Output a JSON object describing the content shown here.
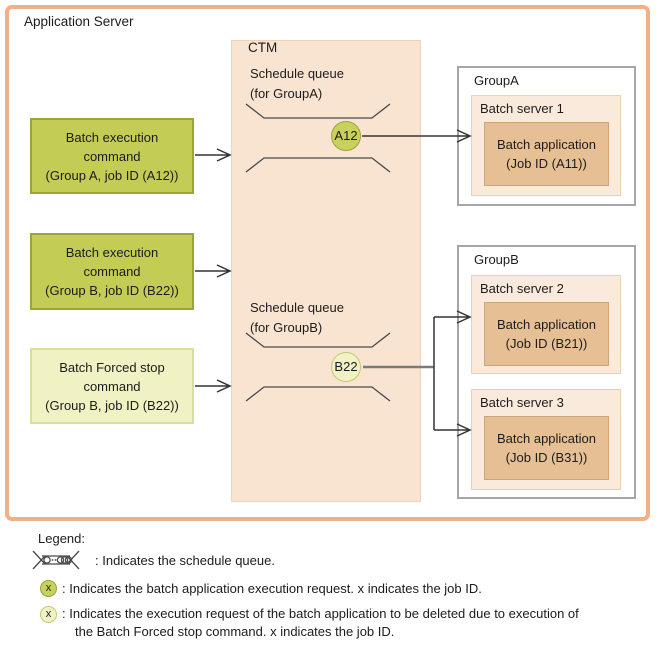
{
  "colors": {
    "outer_border": "#f0b187",
    "ctm_fill": "#f9e4d2",
    "ctm_border": "#eed2b9",
    "command_fill": "#c3cc55",
    "command_border": "#9ba637",
    "stop_fill": "#f0f2c3",
    "stop_border": "#d9dd9f",
    "group_border": "#a6a6a6",
    "server_fill": "#faeadc",
    "server_border": "#ecd0b4",
    "app_fill": "#e7bf94",
    "app_border": "#cfa577",
    "token_a_fill": "#c9d15e",
    "token_a_border": "#97a43c",
    "token_b_fill": "#f0f2c5",
    "token_b_border": "#c2ca74",
    "line": "#333333",
    "gray_line": "#7a7a7a"
  },
  "app_server": {
    "label": "Application Server"
  },
  "ctm": {
    "label": "CTM",
    "queues": [
      {
        "title": "Schedule queue",
        "subtitle": "(for GroupA)",
        "token": "A12"
      },
      {
        "title": "Schedule queue",
        "subtitle": "(for GroupB)",
        "token": "B22"
      }
    ]
  },
  "commands": [
    {
      "lines": [
        "Batch execution",
        "command",
        "(Group A, job ID (A12))"
      ]
    },
    {
      "lines": [
        "Batch execution",
        "command",
        "(Group B, job ID (B22))"
      ]
    },
    {
      "lines": [
        "Batch Forced stop",
        "command",
        "(Group B, job ID (B22))"
      ]
    }
  ],
  "groups": [
    {
      "label": "GroupA",
      "servers": [
        {
          "label": "Batch server 1",
          "app_lines": [
            "Batch application",
            "(Job ID (A11))"
          ]
        }
      ]
    },
    {
      "label": "GroupB",
      "servers": [
        {
          "label": "Batch server 2",
          "app_lines": [
            "Batch application",
            "(Job ID (B21))"
          ]
        },
        {
          "label": "Batch server 3",
          "app_lines": [
            "Batch application",
            "(Job ID (B31))"
          ]
        }
      ]
    }
  ],
  "legend": {
    "title": "Legend:",
    "queue_item": {
      "text": ": Indicates the schedule queue."
    },
    "exec_item": {
      "token": "x",
      "text": ": Indicates the batch application execution request. x indicates the job ID."
    },
    "stop_item": {
      "token": "x",
      "lines": [
        ": Indicates the execution request of the batch application to be deleted due to execution of",
        "the Batch Forced stop command. x indicates the job ID."
      ]
    }
  }
}
